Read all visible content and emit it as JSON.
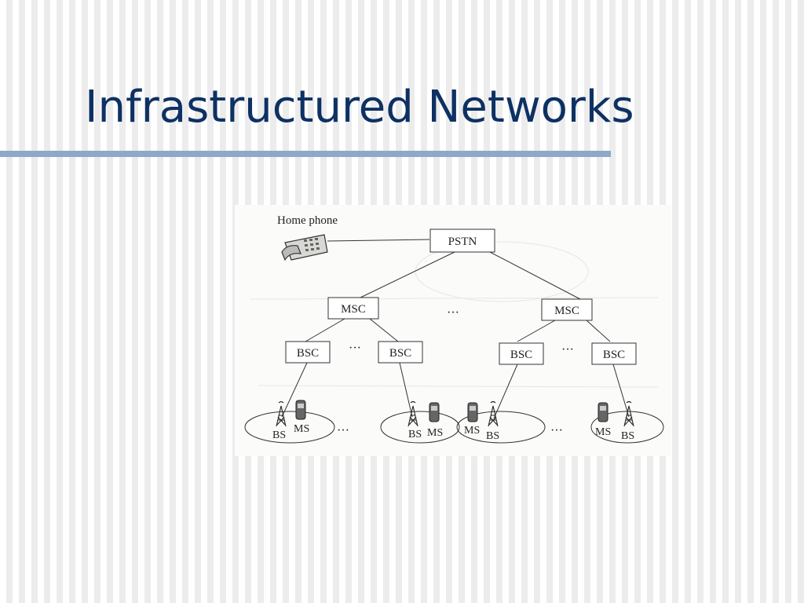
{
  "slide": {
    "title": "Infrastructured Networks"
  },
  "diagram": {
    "home_phone": "Home phone",
    "pstn": "PSTN",
    "msc": "MSC",
    "bsc": "BSC",
    "bs": "BS",
    "ms": "MS",
    "ellipsis": "···"
  },
  "colors": {
    "title": "#0e3163",
    "rule": "#8ea9c7"
  }
}
